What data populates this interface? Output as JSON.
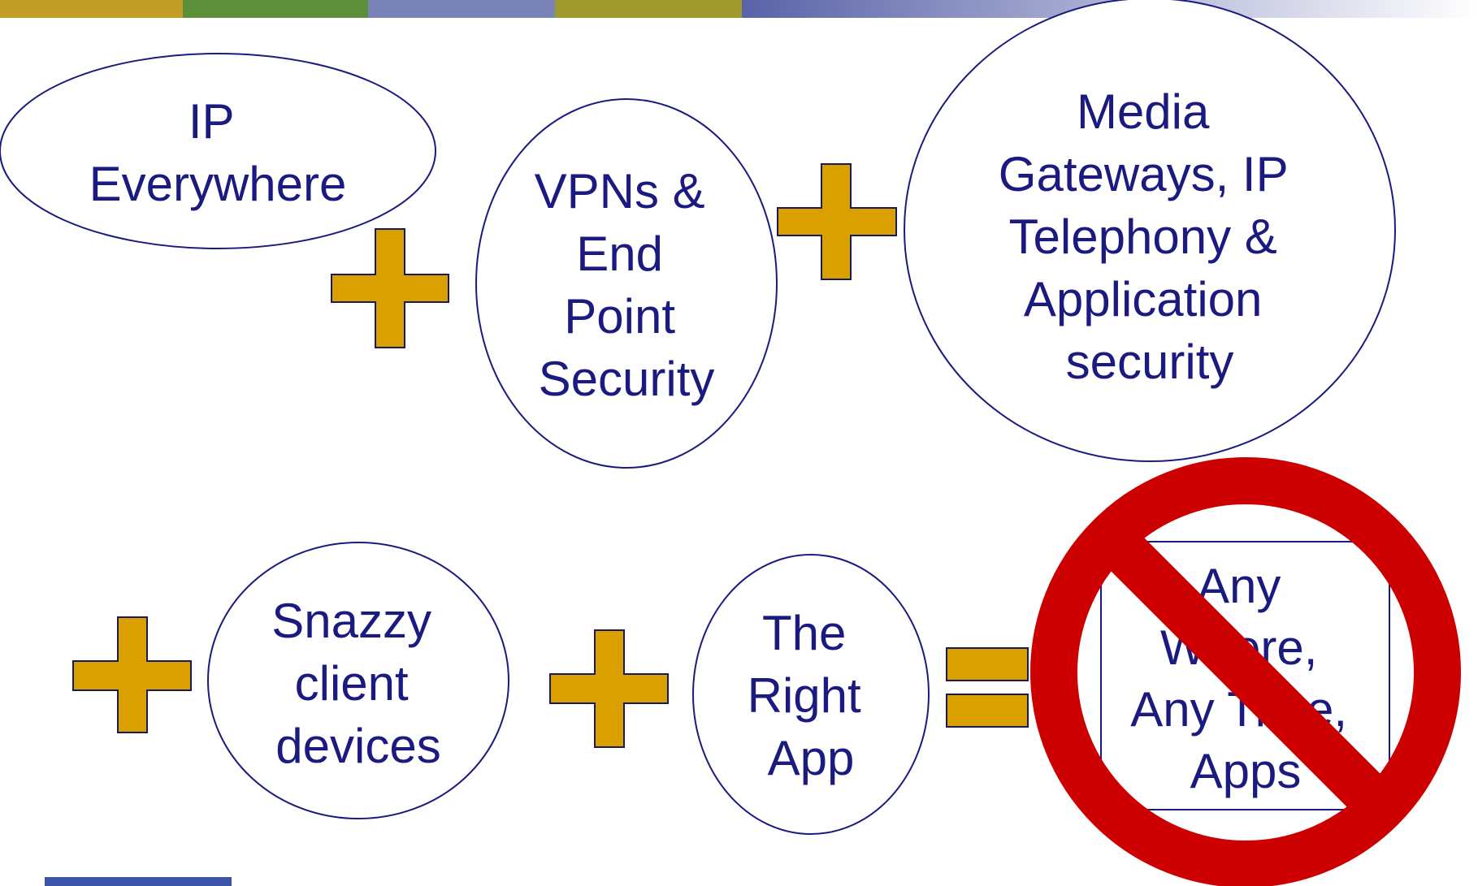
{
  "bubbles": {
    "ip": [
      "IP",
      "Everywhere"
    ],
    "vpn": [
      "VPNs &",
      "End",
      "Point",
      "Security"
    ],
    "media": [
      "Media",
      "Gateways, IP",
      "Telephony &",
      "Application",
      "security"
    ],
    "snazzy": [
      "Snazzy",
      "client",
      "devices"
    ],
    "app": [
      "The",
      "Right",
      "App"
    ]
  },
  "result_box": [
    "Any",
    "Where,",
    "Any Time,",
    "Apps"
  ],
  "colors": {
    "text": "#1a1a80",
    "outline": "#1a1a80",
    "plus_fill": "#d9a000",
    "plus_stroke": "#1a1a5a",
    "prohibition": "#cc0000",
    "header_band": [
      "#c29e28",
      "#5c8e3c",
      "#7a83b8",
      "#9e9a2e",
      "#5a63a8"
    ]
  },
  "icons": {
    "plus": "plus-sign-icon",
    "equals": "equals-sign-icon",
    "prohibition": "no-prohibition-icon"
  }
}
